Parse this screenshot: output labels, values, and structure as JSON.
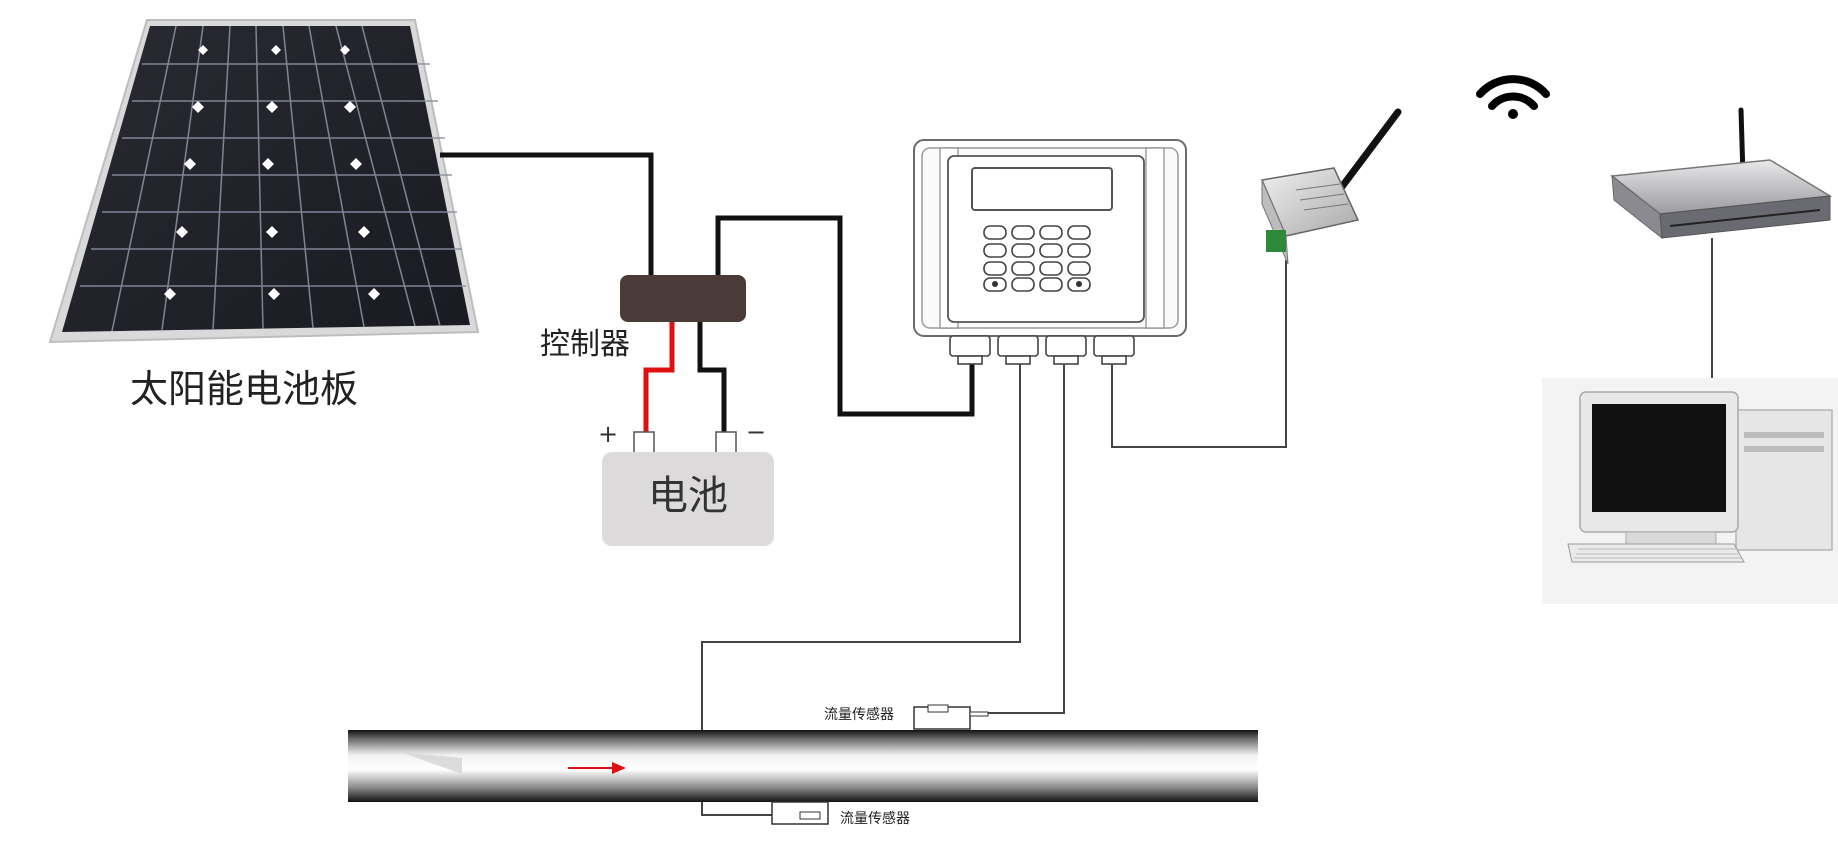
{
  "labels": {
    "solar_panel": "太阳能电池板",
    "controller": "控制器",
    "battery": "电池",
    "battery_plus": "+",
    "battery_minus": "−",
    "flow_sensor_top": "流量传感器",
    "flow_sensor_bottom": "流量传感器"
  },
  "colors": {
    "wire_black": "#111111",
    "wire_red": "#e01010",
    "wire_gray": "#444444",
    "flow_arrow": "#e01010",
    "battery_fill": "#dcdada",
    "controller_fill": "#4a3a38"
  },
  "icons": [
    "solar-panel",
    "controller-box",
    "battery",
    "flowmeter-unit",
    "wireless-dtu-module",
    "wifi-signal-icon",
    "router",
    "desktop-computer",
    "pipe",
    "flow-direction-arrow",
    "flow-sensor"
  ]
}
